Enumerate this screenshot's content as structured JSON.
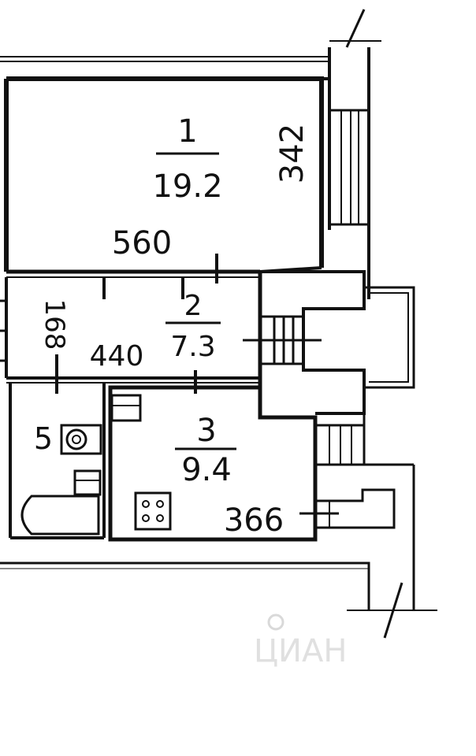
{
  "plan": {
    "rooms": [
      {
        "number": "1",
        "area": "19.2"
      },
      {
        "number": "2",
        "area": "7.3"
      },
      {
        "number": "3",
        "area": "9.4"
      },
      {
        "number": "5"
      }
    ],
    "dimensions": {
      "room1_width": "560",
      "room1_depth": "342",
      "room2_depth": "168",
      "room2_width": "440",
      "room3_width": "366"
    },
    "watermark": "ЦИАН",
    "colors": {
      "ink": "#111111",
      "watermark": "#d9d9d9"
    }
  }
}
